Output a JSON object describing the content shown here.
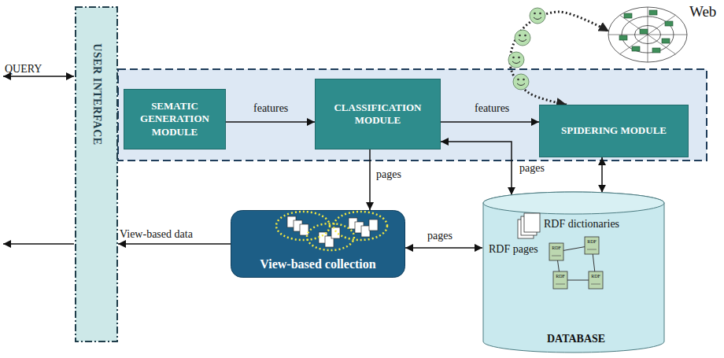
{
  "diagram": {
    "nodes": [
      {
        "text": [
          "USER INTERFACE"
        ]
      },
      {
        "text": [
          "SEMATIC GENERATION MODULE"
        ]
      },
      {
        "text": [
          "CLASSIFICATION MODULE"
        ]
      },
      {
        "text": [
          "SPIDERING MODULE"
        ]
      },
      {
        "text": [
          "View-based collection"
        ]
      },
      {
        "text": [
          "RDF dictionaries",
          "RDF pages",
          "DATABASE"
        ]
      },
      {
        "text": [
          "Web"
        ]
      }
    ],
    "edges": [
      {
        "from": 1,
        "to": 2,
        "label": "features",
        "arrow": "to"
      },
      {
        "from": 2,
        "to": 3,
        "label": "features",
        "arrow": "to"
      },
      {
        "from": 2,
        "to": 4,
        "label": "pages",
        "arrow": "to"
      },
      {
        "from": 2,
        "to": 5,
        "label": "pages",
        "arrow": "both"
      },
      {
        "from": 3,
        "to": 5,
        "arrow": "both"
      },
      {
        "from": 4,
        "to": 5,
        "label": "pages",
        "arrow": "both"
      },
      {
        "from": 3,
        "to": 6,
        "arrow": "both"
      },
      {
        "from": 4,
        "to": 0,
        "label": "View-based data",
        "arrow": "to"
      }
    ],
    "labels": [
      "QUERY",
      "RDF",
      "RDF",
      "RDF",
      "RDF"
    ]
  }
}
